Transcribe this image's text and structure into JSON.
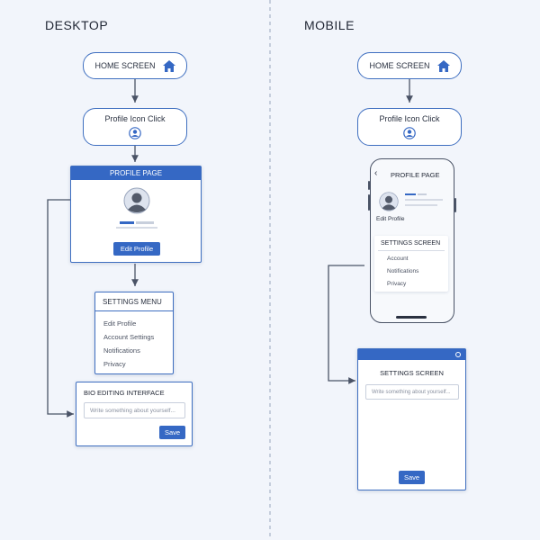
{
  "desktop": {
    "heading": "DESKTOP",
    "home_label": "HOME SCREEN",
    "profile_click_label": "Profile Icon Click",
    "profile_page": {
      "title": "PROFILE PAGE",
      "edit_button": "Edit Profile"
    },
    "settings_menu": {
      "title": "SETTINGS MENU",
      "items": [
        "Edit Profile",
        "Account Settings",
        "Notifications",
        "Privacy"
      ]
    },
    "bio_editing": {
      "title": "BIO EDITING INTERFACE",
      "placeholder": "Write something about yourself...",
      "save_button": "Save"
    }
  },
  "mobile": {
    "heading": "MOBILE",
    "home_label": "HOME SCREEN",
    "profile_click_label": "Profile Icon Click",
    "phone": {
      "title": "PROFILE PAGE",
      "edit_label": "Edit Profile",
      "settings_title": "SETTINGS SCREEN",
      "items": [
        "Account",
        "Notifications",
        "Privacy"
      ]
    },
    "settings_screen": {
      "title": "SETTINGS SCREEN",
      "placeholder": "Write something about yourself...",
      "save_button": "Save"
    }
  },
  "colors": {
    "accent": "#3568c4",
    "border": "#3f6fc0",
    "connector": "#4a5366",
    "background": "#f2f5fb"
  }
}
